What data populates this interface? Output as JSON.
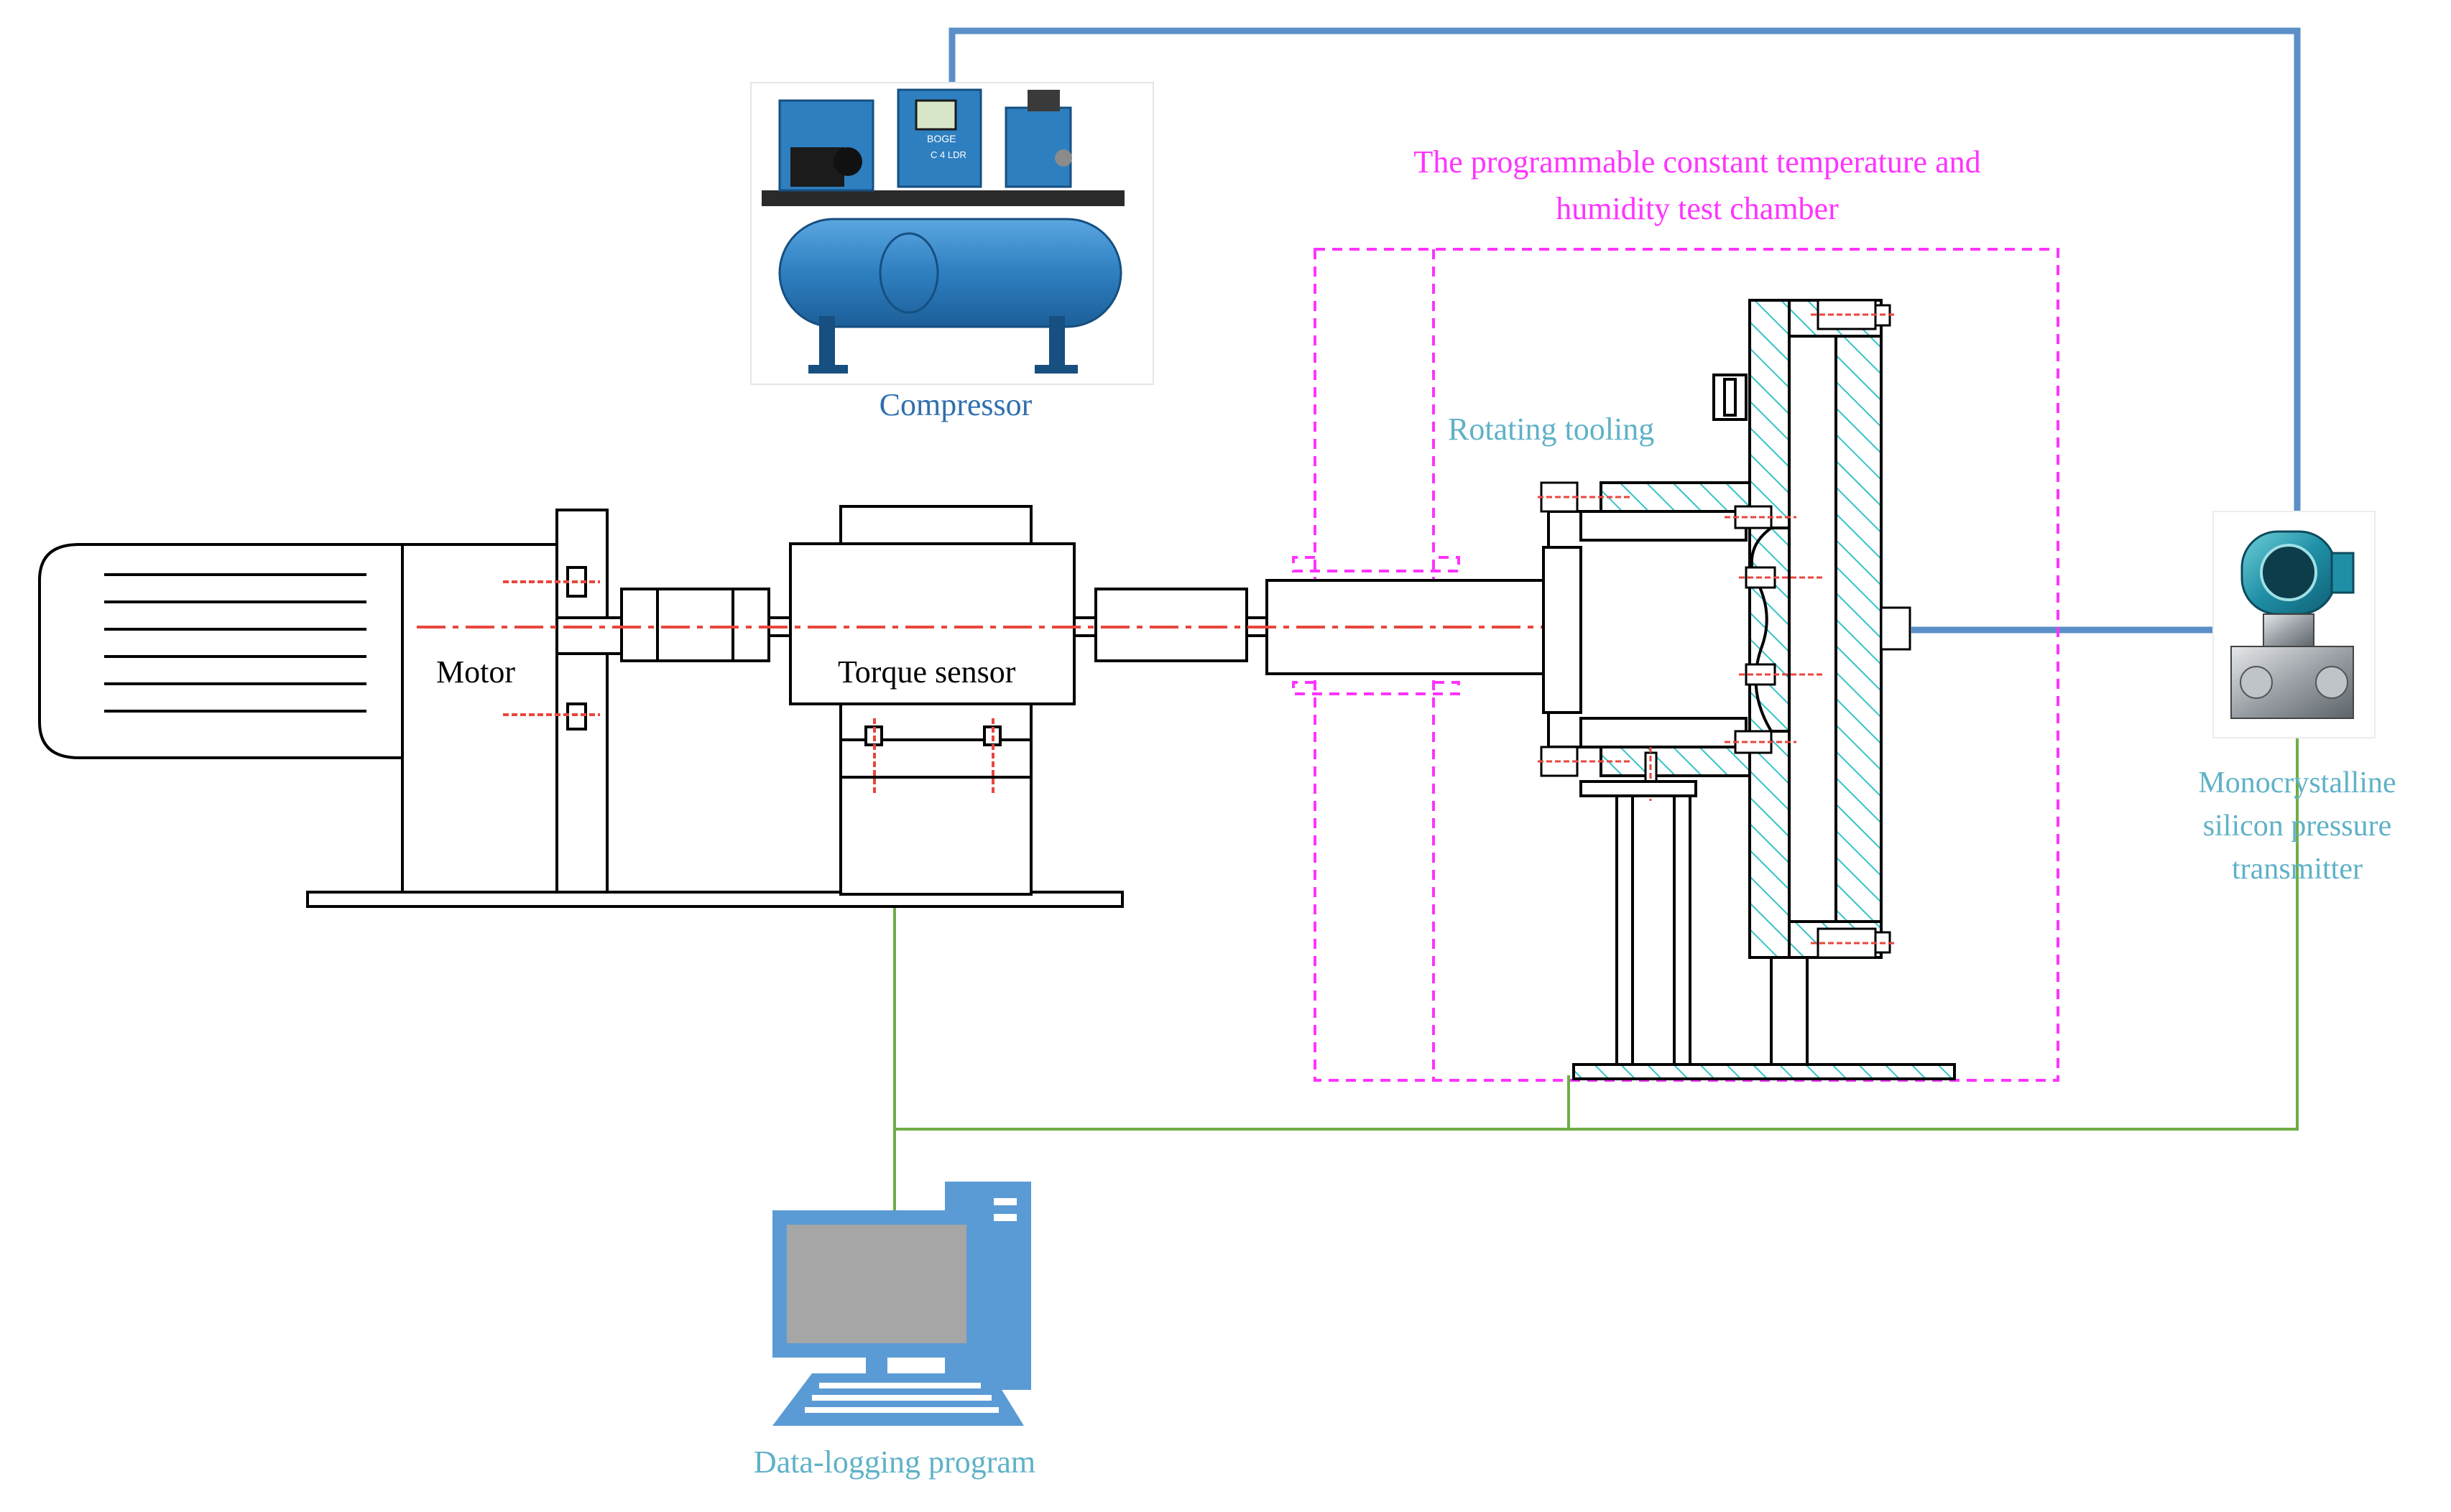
{
  "labels": {
    "compressor": "Compressor",
    "chamber_line1": "The programmable constant temperature and",
    "chamber_line2": "humidity test chamber",
    "rotating_tooling": "Rotating tooling",
    "motor": "Motor",
    "torque_sensor": "Torque sensor",
    "transmitter_line1": "Monocrystalline",
    "transmitter_line2": "silicon pressure",
    "transmitter_line3": "transmitter",
    "data_logging": "Data-logging program"
  },
  "compressor_badge": "BOGE",
  "compressor_model": "C 4 LDR",
  "colors": {
    "pressure_line": "#5b8fc7",
    "signal_line": "#70ad47",
    "chamber_dash": "#ff33ff",
    "centerline": "#e8463c",
    "hatch": "#35c3c8",
    "compressor_body": "#2e7fc0",
    "computer": "#5b9bd5",
    "label_blue": "#2f6fb0",
    "label_cyan": "#5fb2c7",
    "label_magenta": "#ff33ff"
  }
}
